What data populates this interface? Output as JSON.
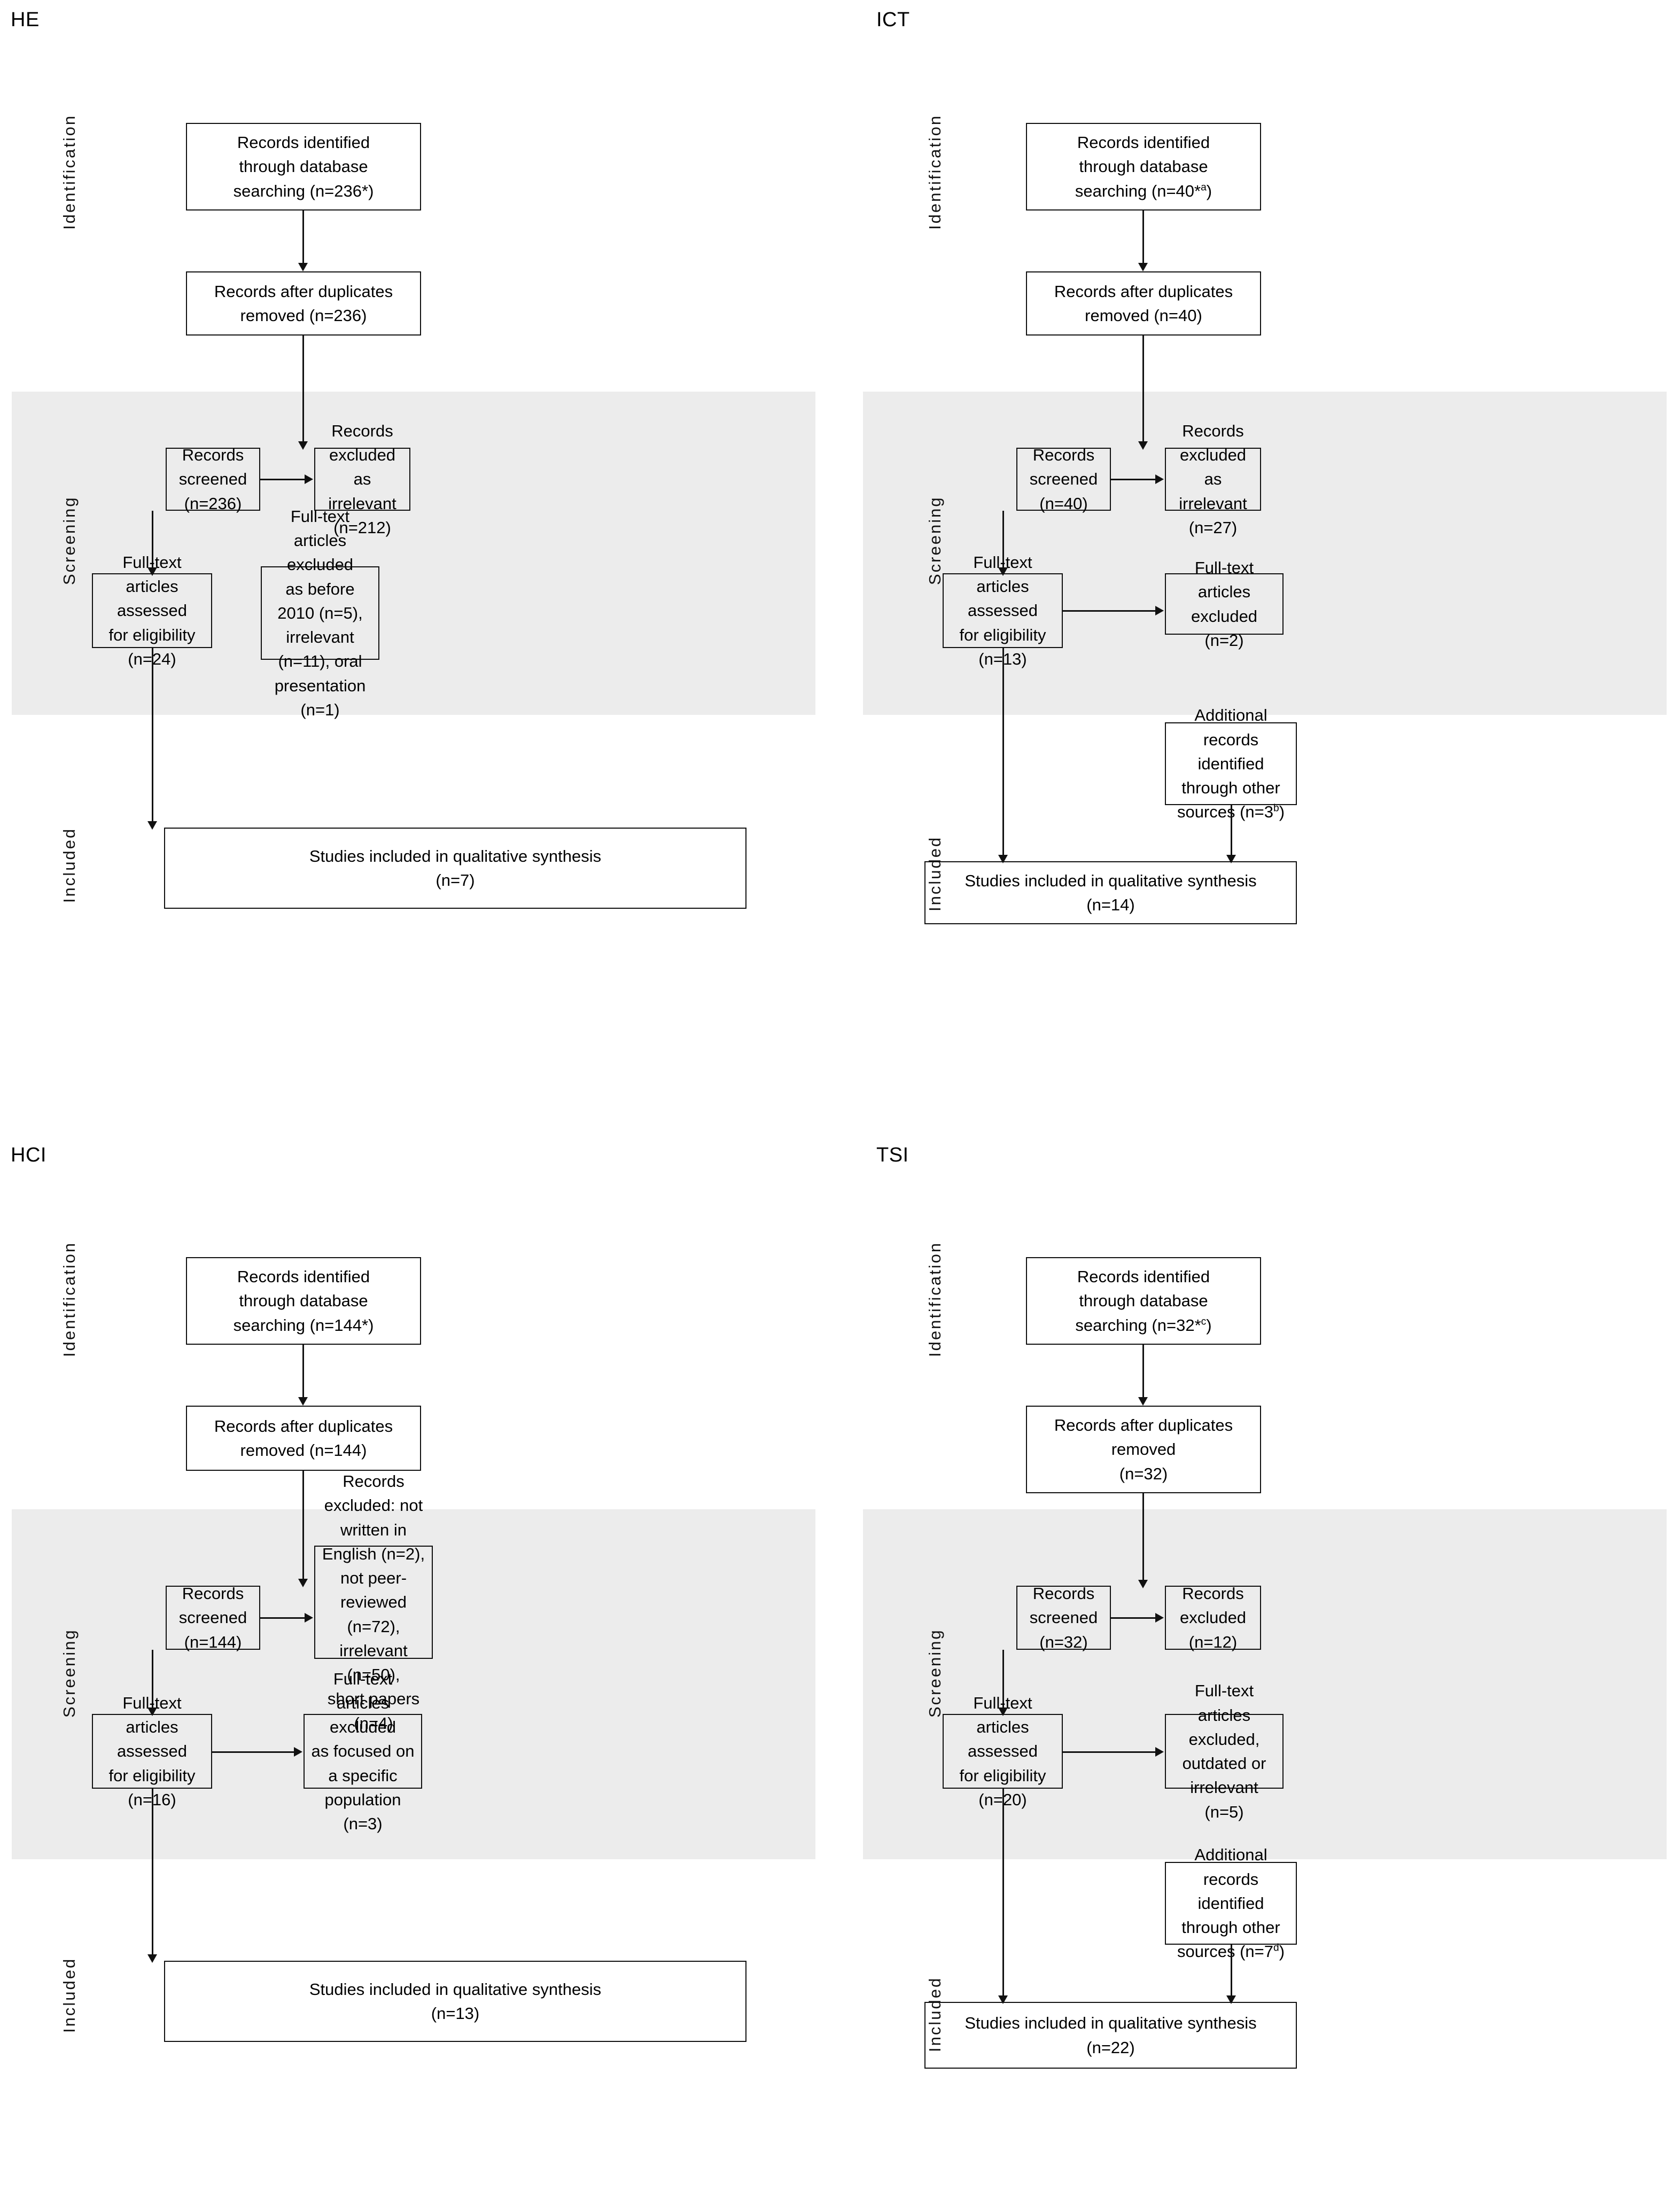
{
  "figure": {
    "type": "prisma-flow-diagram-grid",
    "panel_count": 4,
    "stage_labels": [
      "Identification",
      "Screening",
      "Included"
    ],
    "band_color": "#ececec",
    "line_color": "#111111"
  },
  "panels": [
    {
      "id": "HE",
      "title": "HE",
      "stages": {
        "identification": "Identification",
        "screening": "Screening",
        "included": "Included"
      },
      "boxes": {
        "identified": {
          "line1": "Records identified",
          "line2": "through database",
          "line3": "searching (n=236*)"
        },
        "after_duplicates": {
          "line1": "Records after duplicates",
          "line2": "removed  (n=236)"
        },
        "screened": {
          "line1": "Records screened",
          "line2": "(n=236)"
        },
        "records_excluded": {
          "line1": "Records excluded as",
          "line2": "irrelevant (n=212)"
        },
        "fulltext_assessed": {
          "line1": "Full-text articles assessed",
          "line2": "for eligibility",
          "line3": "(n=24)"
        },
        "fulltext_excluded": {
          "line1": "Full-text articles excluded",
          "line2": "as before 2010 (n=5),",
          "line3": "irrelevant (n=11), oral",
          "line4": "presentation (n=1)"
        },
        "included_studies": {
          "line1": "Studies included in qualitative synthesis",
          "line2": "(n=7)"
        }
      },
      "has_additional_records": false
    },
    {
      "id": "ICT",
      "title": "ICT",
      "stages": {
        "identification": "Identification",
        "screening": "Screening",
        "included": "Included"
      },
      "boxes": {
        "identified": {
          "line1": "Records identified",
          "line2": "through database",
          "line3": "searching (n=40*",
          "sup3": "a",
          "line3_tail": ")"
        },
        "after_duplicates": {
          "line1": "Records after duplicates",
          "line2": "removed  (n=40)"
        },
        "screened": {
          "line1": "Records screened",
          "line2": "(n=40)"
        },
        "records_excluded": {
          "line1": "Records excluded as",
          "line2": "irrelevant (n=27)"
        },
        "fulltext_assessed": {
          "line1": "Full-text articles assessed",
          "line2": "for eligibility",
          "line3": "(n=13)"
        },
        "fulltext_excluded": {
          "line1": "Full-text articles excluded",
          "line2": "(n=2)"
        },
        "additional_records": {
          "line1": "Additional records",
          "line2": "identified through other",
          "line3": "sources (n=3",
          "sup3": "b",
          "line3_tail": ")"
        },
        "included_studies": {
          "line1": "Studies included in qualitative synthesis",
          "line2": "(n=14)"
        }
      },
      "has_additional_records": true
    },
    {
      "id": "HCI",
      "title": "HCI",
      "stages": {
        "identification": "Identification",
        "screening": "Screening",
        "included": "Included"
      },
      "boxes": {
        "identified": {
          "line1": "Records identified",
          "line2": "through database",
          "line3": "searching (n=144*)"
        },
        "after_duplicates": {
          "line1": "Records after duplicates",
          "line2": "removed (n=144)"
        },
        "screened": {
          "line1": "Records screened",
          "line2": "(n=144)"
        },
        "records_excluded": {
          "line1": "Records excluded: not",
          "line2": "written in English (n=2),",
          "line3": "not peer-reviewed",
          "line4": "(n=72), irrelevant (n=50),",
          "line5": "short papers (n=4)"
        },
        "fulltext_assessed": {
          "line1": "Full-text articles assessed",
          "line2": "for eligibility",
          "line3": "(n=16)"
        },
        "fulltext_excluded": {
          "line1": "Full-text articles excluded",
          "line2": "as focused on a specific",
          "line3": "population (n=3)"
        },
        "included_studies": {
          "line1": "Studies included in qualitative synthesis",
          "line2": "(n=13)"
        }
      },
      "has_additional_records": false
    },
    {
      "id": "TSI",
      "title": "TSI",
      "stages": {
        "identification": "Identification",
        "screening": "Screening",
        "included": "Included"
      },
      "boxes": {
        "identified": {
          "line1": "Records identified",
          "line2": "through database",
          "line3": "searching (n=32*",
          "sup3": "c",
          "line3_tail": ")"
        },
        "after_duplicates": {
          "line1": "Records after duplicates",
          "line2": "removed",
          "line3": "(n=32)"
        },
        "screened": {
          "line1": "Records screened",
          "line2": "(n=32)"
        },
        "records_excluded": {
          "line1": "Records excluded",
          "line2": "(n=12)"
        },
        "fulltext_assessed": {
          "line1": "Full-text articles assessed",
          "line2": "for eligibility",
          "line3": "(n=20)"
        },
        "fulltext_excluded": {
          "line1": "Full-text articles",
          "line2": "excluded, outdated or",
          "line3": "irrelevant (n=5)"
        },
        "additional_records": {
          "line1": "Additional records",
          "line2": "identified through other",
          "line3": "sources (n=7",
          "sup3": "d",
          "line3_tail": ")"
        },
        "included_studies": {
          "line1": "Studies included in qualitative synthesis",
          "line2": "(n=22)"
        }
      },
      "has_additional_records": true
    }
  ]
}
